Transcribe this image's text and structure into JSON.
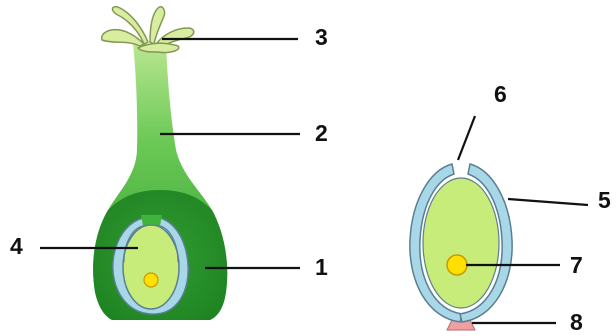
{
  "labels": {
    "l1": "1",
    "l2": "2",
    "l3": "3",
    "l4": "4",
    "l5": "5",
    "l6": "6",
    "l7": "7",
    "l8": "8"
  },
  "colors": {
    "pistil_dark": "#1e8a22",
    "pistil_mid": "#3fb33c",
    "pistil_light": "#a6e07a",
    "stigma": "#d9eca0",
    "ovule_body": "#c8ec7a",
    "integument": "#a8d8e8",
    "integument_outline": "#5a7f91",
    "nucleus": "#ffe000",
    "stalk": "#f0a0a0",
    "leader_line": "#111111"
  }
}
